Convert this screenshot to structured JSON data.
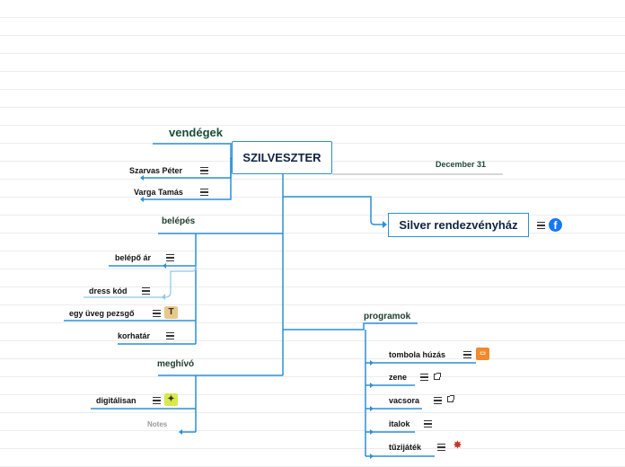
{
  "central": "SZILVESZTER",
  "date": "December 31",
  "venue": "Silver rendezvényház",
  "guests": {
    "title": "vendégek",
    "items": [
      "Szarvas Péter",
      "Varga Tamás"
    ]
  },
  "entry": {
    "title": "belépés",
    "items": [
      "belépő ár",
      "dress kód",
      "egy üveg pezsgő",
      "korhatár"
    ]
  },
  "invite": {
    "title": "meghívó",
    "items": [
      "digitálisan"
    ],
    "notes": "Notes"
  },
  "programs": {
    "title": "programok",
    "items": [
      "tombola húzás",
      "zene",
      "vacsora",
      "italok",
      "tűzijáték"
    ]
  },
  "icons": {
    "menu": "hamburger-menu-icon",
    "facebook": "facebook-icon",
    "link": "external-link-icon",
    "text_sticker": "text-format-sticker-icon",
    "magic_sticker": "magic-wand-sticker-icon",
    "ticket_sticker": "ticket-sticker-icon",
    "firework_sticker": "firework-sticker-icon"
  },
  "colors": {
    "line": "#2b8fd6",
    "line_light": "#8ec6ec",
    "date_line": "#c8c8c8"
  }
}
